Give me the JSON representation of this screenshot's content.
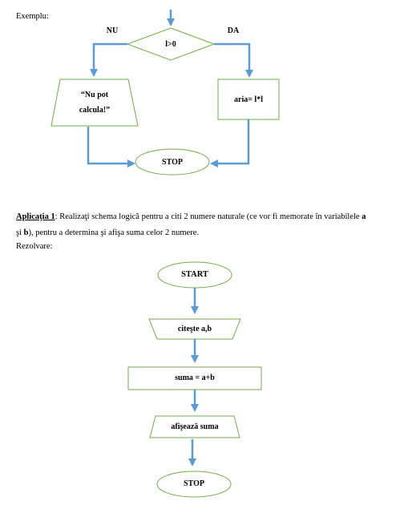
{
  "example": {
    "heading": "Exemplu:",
    "condition": "l>0",
    "branch_no": "NU",
    "branch_yes": "DA",
    "no_output_line1": "“Nu pot",
    "no_output_line2": "calcula!”",
    "yes_process": "aria= l*l",
    "end": "STOP"
  },
  "application": {
    "title": "Aplicaţia 1",
    "text_part1": ": Realizaţi schema logică pentru a citi 2 numere naturale (ce vor fi memorate în variabilele ",
    "var_a": "a",
    "text_part2": "şi ",
    "var_b": "b",
    "text_part3": "), pentru a determina şi afişa suma celor 2 numere.",
    "solution_label": "Rezolvare:"
  },
  "solution_flowchart": {
    "start": "START",
    "input": "citeşte a,b",
    "process": "suma = a+b",
    "output": "afişează suma",
    "end": "STOP"
  }
}
